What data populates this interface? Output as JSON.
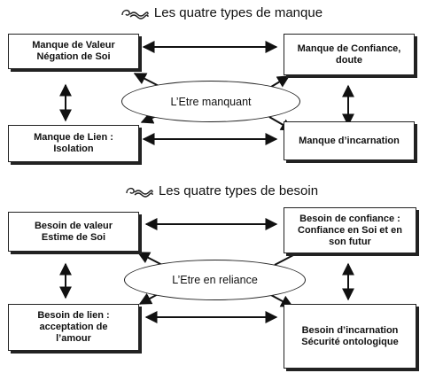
{
  "section1": {
    "title": "Les quatre types de manque",
    "center": "L’Etre manquant",
    "boxes": {
      "tl": [
        "Manque de Valeur",
        "Négation de Soi"
      ],
      "tr": [
        "Manque de Confiance,",
        "doute"
      ],
      "bl": [
        "Manque de Lien :",
        "Isolation"
      ],
      "br": [
        "Manque d’incarnation"
      ]
    }
  },
  "section2": {
    "title": "Les quatre types de besoin",
    "center": "L’Etre en reliance",
    "boxes": {
      "tl": [
        "Besoin de valeur",
        "Estime de Soi"
      ],
      "tr": [
        "Besoin de confiance :",
        "Confiance en Soi et en",
        "son futur"
      ],
      "bl": [
        "Besoin de lien :",
        "acceptation de",
        "l’amour"
      ],
      "br": [
        "Besoin d’incarnation",
        "Sécurité ontologique"
      ]
    }
  },
  "icons": {
    "title_icon": "swirl-icon"
  }
}
